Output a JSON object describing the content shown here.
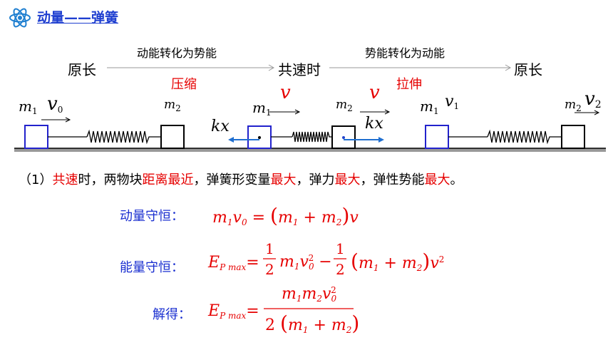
{
  "header": {
    "title": "动量——弹簧",
    "atom_color": "#1f7fd0"
  },
  "flow": {
    "state1": "原长",
    "process1": "动能转化为势能",
    "state2": "共速时",
    "process2": "势能转化为动能",
    "state3": "原长",
    "label1": "压缩",
    "label2": "拉伸"
  },
  "diagram": {
    "m1": "m",
    "m1_sub": "1",
    "m2": "m",
    "m2_sub": "2",
    "v": "v",
    "v0_sub": "0",
    "v1_sub": "1",
    "v2_sub": "2",
    "kx": "kx"
  },
  "conclusion": {
    "prefix": "（1）",
    "w1": "共速",
    "t1": "时，两物块",
    "w2": "距离最近",
    "t2": "，弹簧形变量",
    "w3": "最大",
    "t3": "，弹力",
    "w4": "最大",
    "t4": "，弹性势能",
    "w5": "最大",
    "t5": "。"
  },
  "equations": {
    "momentum_label": "动量守恒：",
    "energy_label": "能量守恒：",
    "solve_label": "解得：",
    "E": "E",
    "E_sub": "P max",
    "half_num": "1",
    "half_den": "2",
    "solve_den": "2",
    "plus": "+",
    "minus": "−",
    "equals": "=",
    "two": "2"
  },
  "colors": {
    "red": "#e60000",
    "blue": "#1a2fd0",
    "block_blue": "#2222cc",
    "arrow_blue": "#1f6fd0"
  }
}
